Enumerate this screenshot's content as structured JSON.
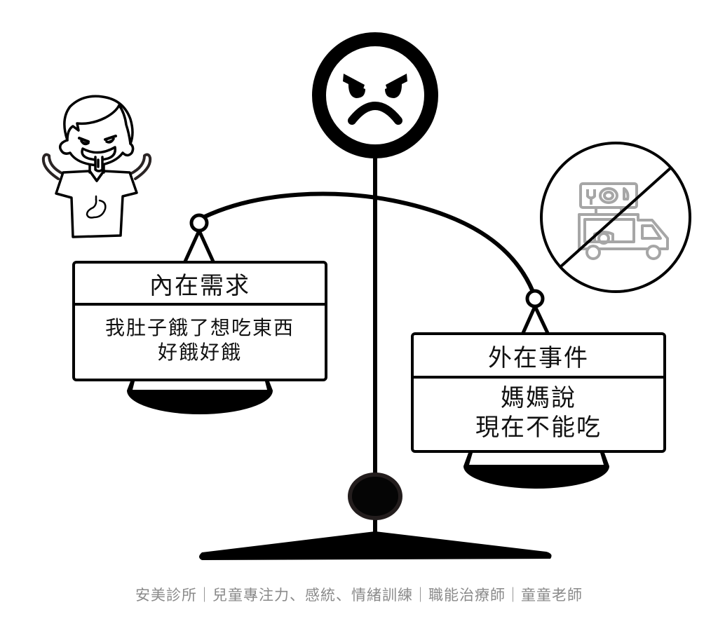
{
  "diagram": {
    "type": "balance-scale",
    "face": {
      "expression": "angry",
      "icon": "angry-face-icon"
    },
    "left_pan": {
      "title": "內在需求",
      "body_lines": [
        "我肚子餓了想吃東西",
        "好餓好餓"
      ],
      "illustration": "hungry-drooling-child-icon"
    },
    "right_pan": {
      "title": "外在事件",
      "body_lines": [
        "媽媽說",
        "現在不能吃"
      ],
      "illustration": "no-food-truck-icon"
    },
    "tilt": "right-side-lower"
  },
  "footer": {
    "text": "安美診所｜兒童專注力、感統、情緒訓練｜職能治療師｜童童老師"
  },
  "colors": {
    "stroke": "#000000",
    "background": "#ffffff",
    "footer_text": "#8a8a8a",
    "icon_gray": "#a6a6a6"
  }
}
